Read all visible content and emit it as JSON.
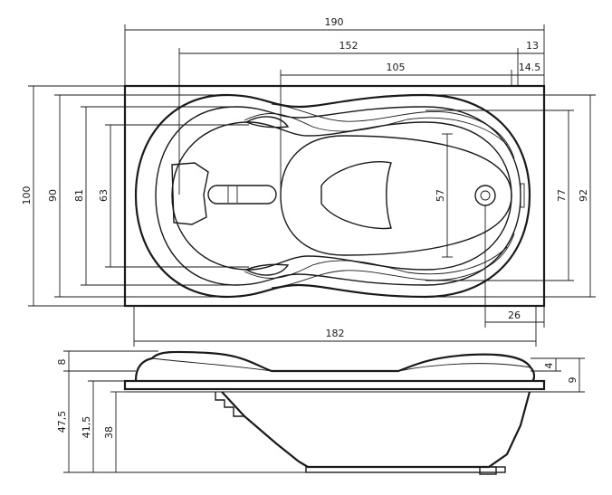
{
  "plan_view": {
    "dimensions": {
      "overall_length": "190",
      "length_152": "152",
      "length_105": "105",
      "offset_13": "13",
      "offset_14_5": "14.5",
      "overall_width": "100",
      "width_90": "90",
      "width_81": "81",
      "width_63": "63",
      "width_57": "57",
      "width_77": "77",
      "width_92": "92",
      "drain_offset": "26",
      "length_182": "182"
    }
  },
  "side_view": {
    "dimensions": {
      "rim_8": "8",
      "rim_4": "4",
      "rim_9": "9",
      "height_47_5": "47,5",
      "height_41_5": "41,5",
      "height_38": "38"
    }
  }
}
